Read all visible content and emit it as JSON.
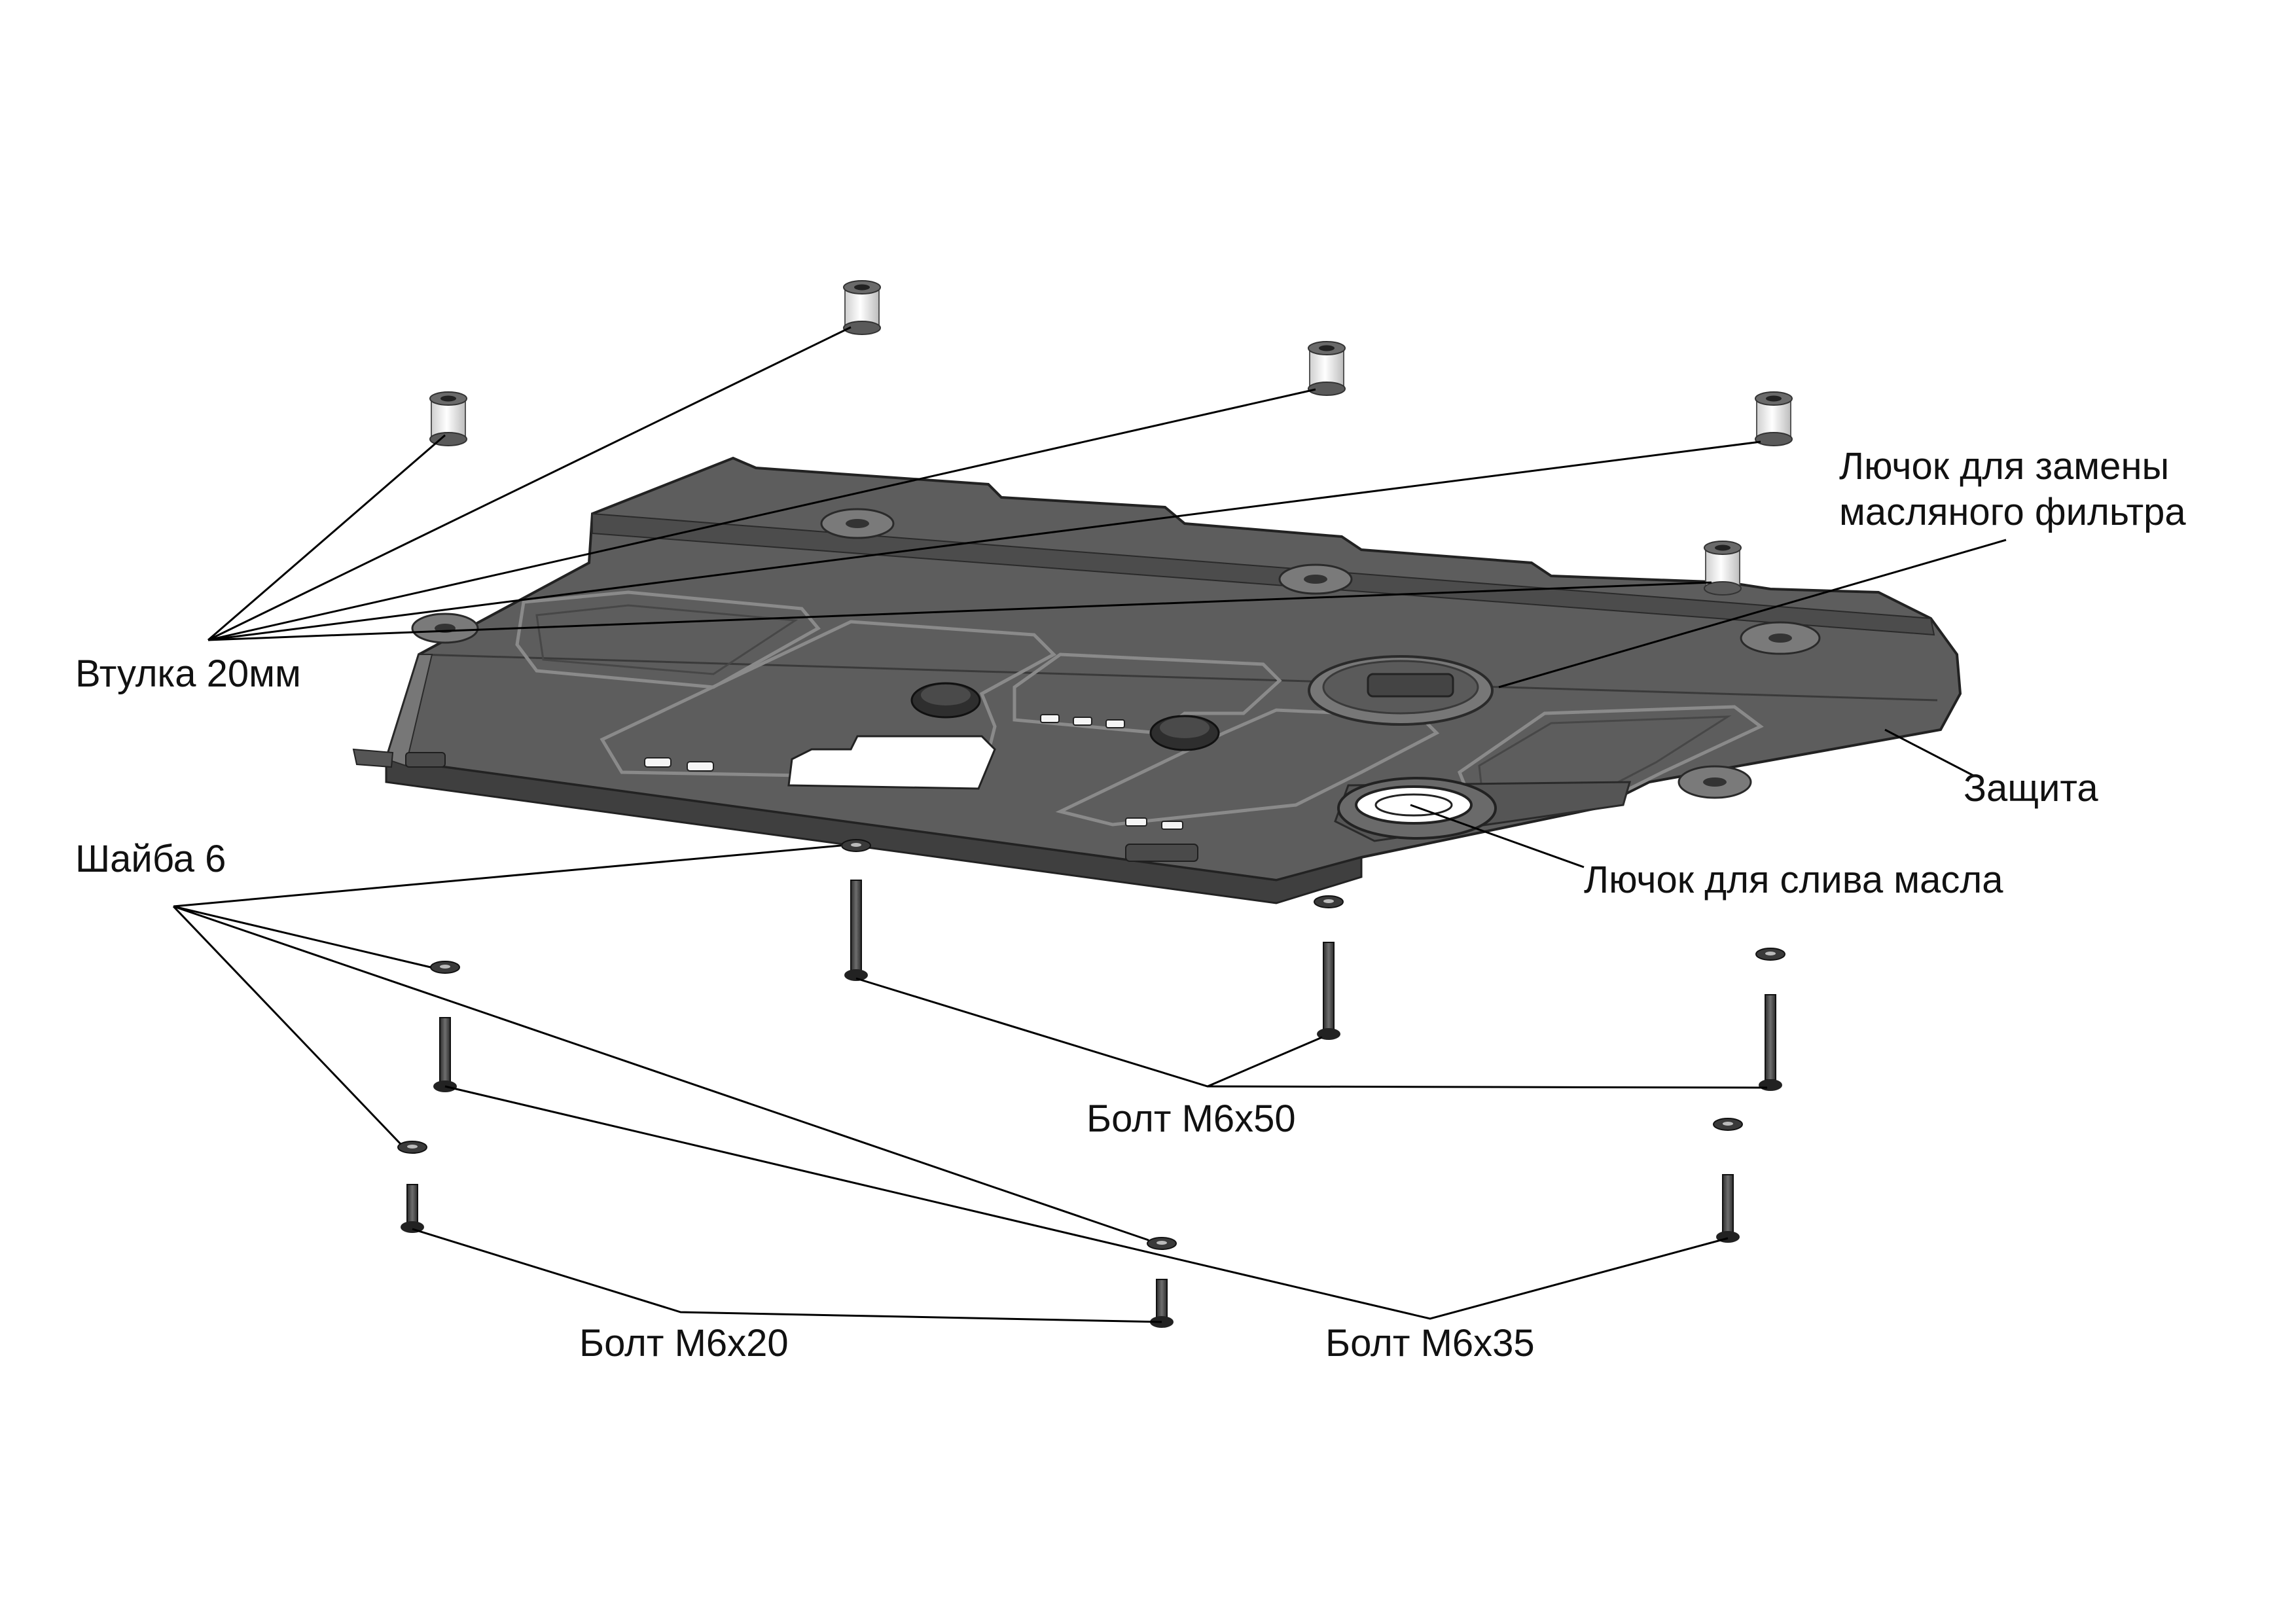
{
  "labels": {
    "vtulka": "Втулка 20мм",
    "shaiba": "Шайба 6",
    "hatch_filter_line1": "Лючок для замены",
    "hatch_filter_line2": "масляного фильтра",
    "zashchita": "Защита",
    "hatch_drain": "Лючок для слива масла",
    "bolt_m6x50": "Болт М6х50",
    "bolt_m6x20": "Болт М6х20",
    "bolt_m6x35": "Болт М6х35"
  },
  "colors": {
    "plate_top": "#5d5d5d",
    "plate_front": "#3f3f3f",
    "plate_rim": "#8a8a8a",
    "bushing": "#f1f1f1",
    "hardware": "#3a3a3a",
    "leader": "#000000"
  }
}
